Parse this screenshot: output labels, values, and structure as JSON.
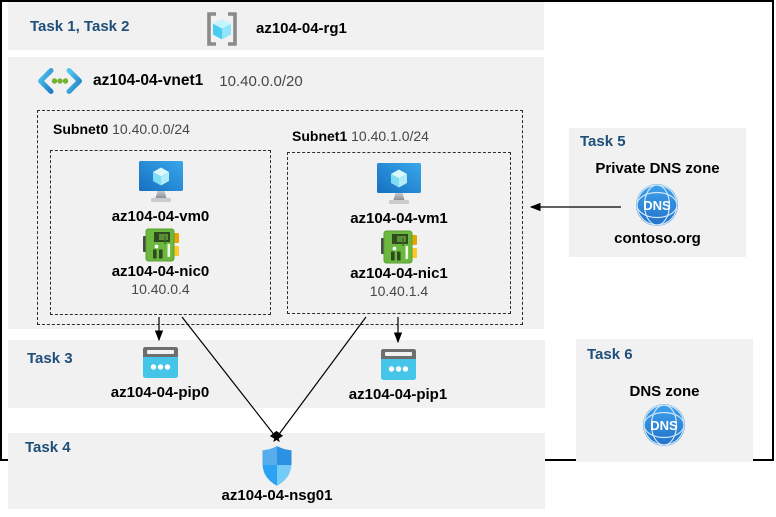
{
  "colors": {
    "task_label_blue": "#1f4e79",
    "band_background": "#f1f1f1",
    "outer_border": "#000000",
    "secondary_text": "#474747",
    "vm_screen_blue": "#2e9ce8",
    "nic_board_green": "#6cb83f",
    "nic_tab_yellow": "#f0ae00",
    "pip_body_cyan": "#45c6e8",
    "pip_bar_gray": "#6e6e6e",
    "dns_globe_blue": "#2b82d8",
    "nsg_shield_blue": "#2d91e2",
    "vnet_chevron_blue": "#2e9bde",
    "vnet_dot_green": "#72b42d",
    "rg_bracket_gray": "#8a8a8a",
    "rg_cube_cyan": "#49ccee"
  },
  "header": {
    "tasks_label": "Task 1, Task 2",
    "resource_group": "az104-04-rg1"
  },
  "vnet": {
    "name": "az104-04-vnet1",
    "cidr": "10.40.0.0/20",
    "subnets": [
      {
        "name": "Subnet0",
        "cidr": "10.40.0.0/24",
        "vm": "az104-04-vm0",
        "nic": "az104-04-nic0",
        "ip": "10.40.0.4"
      },
      {
        "name": "Subnet1",
        "cidr": "10.40.1.0/24",
        "vm": "az104-04-vm1",
        "nic": "az104-04-nic1",
        "ip": "10.40.1.4"
      }
    ]
  },
  "task3": {
    "label": "Task 3",
    "pip0": "az104-04-pip0",
    "pip1": "az104-04-pip1"
  },
  "task4": {
    "label": "Task 4",
    "nsg": "az104-04-nsg01"
  },
  "task5": {
    "label": "Task 5",
    "title": "Private DNS zone",
    "zone_name": "contoso.org",
    "dns_icon_text": "DNS"
  },
  "task6": {
    "label": "Task 6",
    "title": "DNS zone",
    "dns_icon_text": "DNS"
  }
}
